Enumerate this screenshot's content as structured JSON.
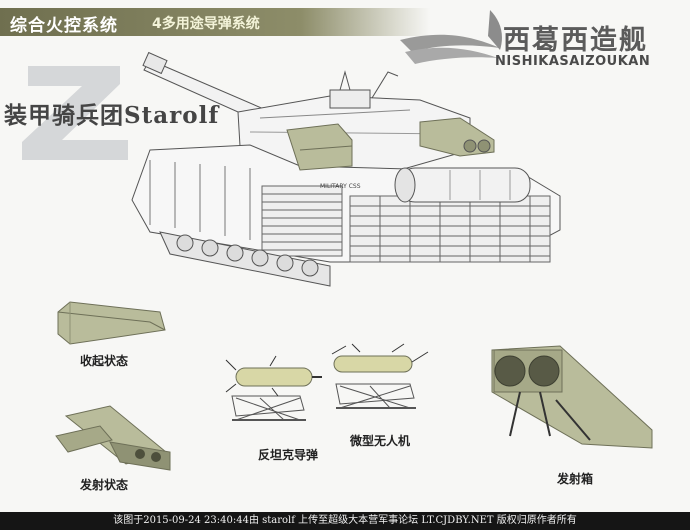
{
  "header": {
    "title": "综合火控系统",
    "subtitle": "4多用途导弹系统"
  },
  "logo": {
    "name_cn": "西葛西造舰",
    "name_en": "NISHIKASAIZOUKAN",
    "emblem_letter": "Z"
  },
  "corp_name": "装甲骑兵团Starolf",
  "tank_marking": "MILITARY CSS",
  "labels": {
    "stowed": "收起状态",
    "launch_state": "发射状态",
    "antitank_missile": "反坦克导弹",
    "micro_uav": "微型无人机",
    "launch_box": "发射箱"
  },
  "footer": "该图于2015-09-24 23:40:44由 starolf 上传至超级大本营军事论坛 LT.CJDBY.NET 版权归原作者所有",
  "colors": {
    "header_bar": "#7a7a58",
    "module_fill": "#b9bc9b",
    "module_dark": "#8f9274",
    "missile_fill": "#d8d7a6",
    "footer_bg": "#151515"
  }
}
